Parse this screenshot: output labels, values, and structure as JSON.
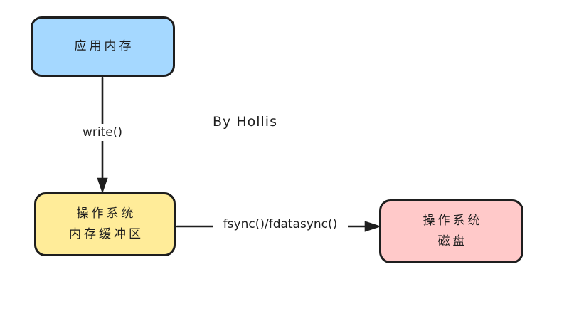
{
  "diagram": {
    "annotation": "By Hollis",
    "nodes": [
      {
        "id": "app-memory",
        "lines": [
          "应用内存"
        ],
        "fill": "#a5d8ff"
      },
      {
        "id": "os-buffer",
        "lines": [
          "操作系统",
          "内存缓冲区"
        ],
        "fill": "#ffec99"
      },
      {
        "id": "os-disk",
        "lines": [
          "操作系统",
          "磁盘"
        ],
        "fill": "#ffc9c9"
      }
    ],
    "edges": [
      {
        "id": "write",
        "label": "write()",
        "from": "app-memory",
        "to": "os-buffer",
        "direction": "down"
      },
      {
        "id": "fsync",
        "label": "fsync()/fdatasync()",
        "from": "os-buffer",
        "to": "os-disk",
        "direction": "right"
      }
    ],
    "colors": {
      "stroke": "#1e1e1e",
      "canvas_background": "#ffffff"
    }
  }
}
